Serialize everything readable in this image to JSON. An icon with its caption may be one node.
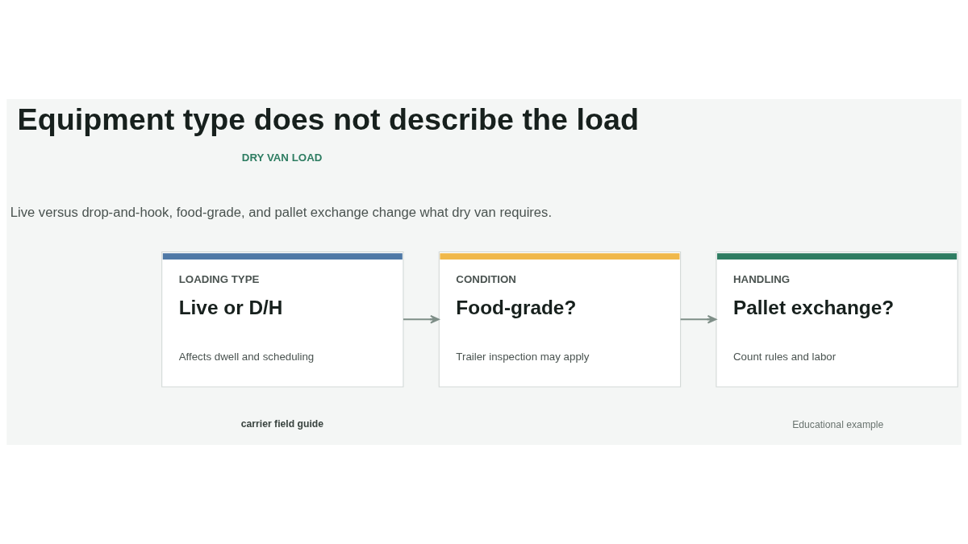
{
  "diagram": {
    "title": "Equipment type does not describe the load",
    "nodes": [
      {
        "text": [
          "LOADING TYPE",
          "Live or D/H",
          "Affects dwell and scheduling"
        ]
      },
      {
        "text": [
          "CONDITION",
          "Food-grade?",
          "Trailer inspection may apply"
        ]
      },
      {
        "text": [
          "HANDLING",
          "Pallet exchange?",
          "Count rules and labor"
        ]
      }
    ],
    "edges": [
      {
        "from": 0,
        "to": 1,
        "arrow": "to"
      },
      {
        "from": 1,
        "to": 2,
        "arrow": "to"
      }
    ],
    "labels": [
      "DRY VAN LOAD",
      "Live versus drop-and-hook, food-grade, and pallet exchange change what dry van requires.",
      "carrier field guide",
      "Educational example"
    ]
  }
}
